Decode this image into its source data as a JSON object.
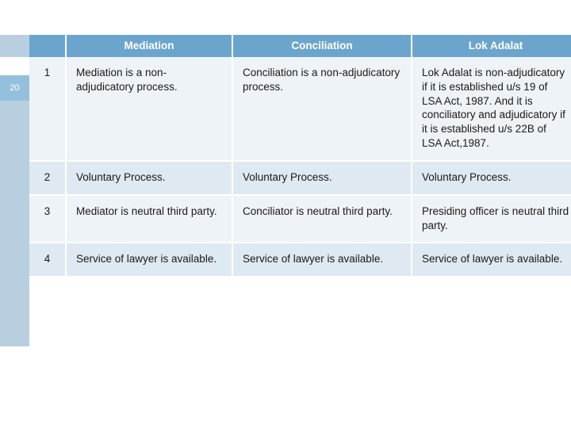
{
  "slide": {
    "number": "20",
    "accent_color": "#6ba5cd",
    "header_text_color": "#ffffff",
    "row_bg_light": "#eef3f8",
    "row_bg_alt": "#dfe9f2"
  },
  "table": {
    "headers": {
      "index": "",
      "col1": "Mediation",
      "col2": "Conciliation",
      "col3": "Lok Adalat"
    },
    "rows": [
      {
        "index": "1",
        "col1": "Mediation is a non-adjudicatory process.",
        "col2": "Conciliation is a non-adjudicatory process.",
        "col3": "Lok Adalat is non-adjudicatory if it is established u/s 19 of LSA Act, 1987. And it is conciliatory and adjudicatory if it is established u/s 22B of LSA Act,1987."
      },
      {
        "index": "2",
        "col1": "Voluntary Process.",
        "col2": "Voluntary Process.",
        "col3": "Voluntary Process."
      },
      {
        "index": "3",
        "col1": "Mediator is neutral third party.",
        "col2": "Conciliator is neutral third party.",
        "col3": "Presiding officer is neutral third party."
      },
      {
        "index": "4",
        "col1": "Service of lawyer is available.",
        "col2": "Service of lawyer is available.",
        "col3": "Service of lawyer is available."
      }
    ]
  }
}
